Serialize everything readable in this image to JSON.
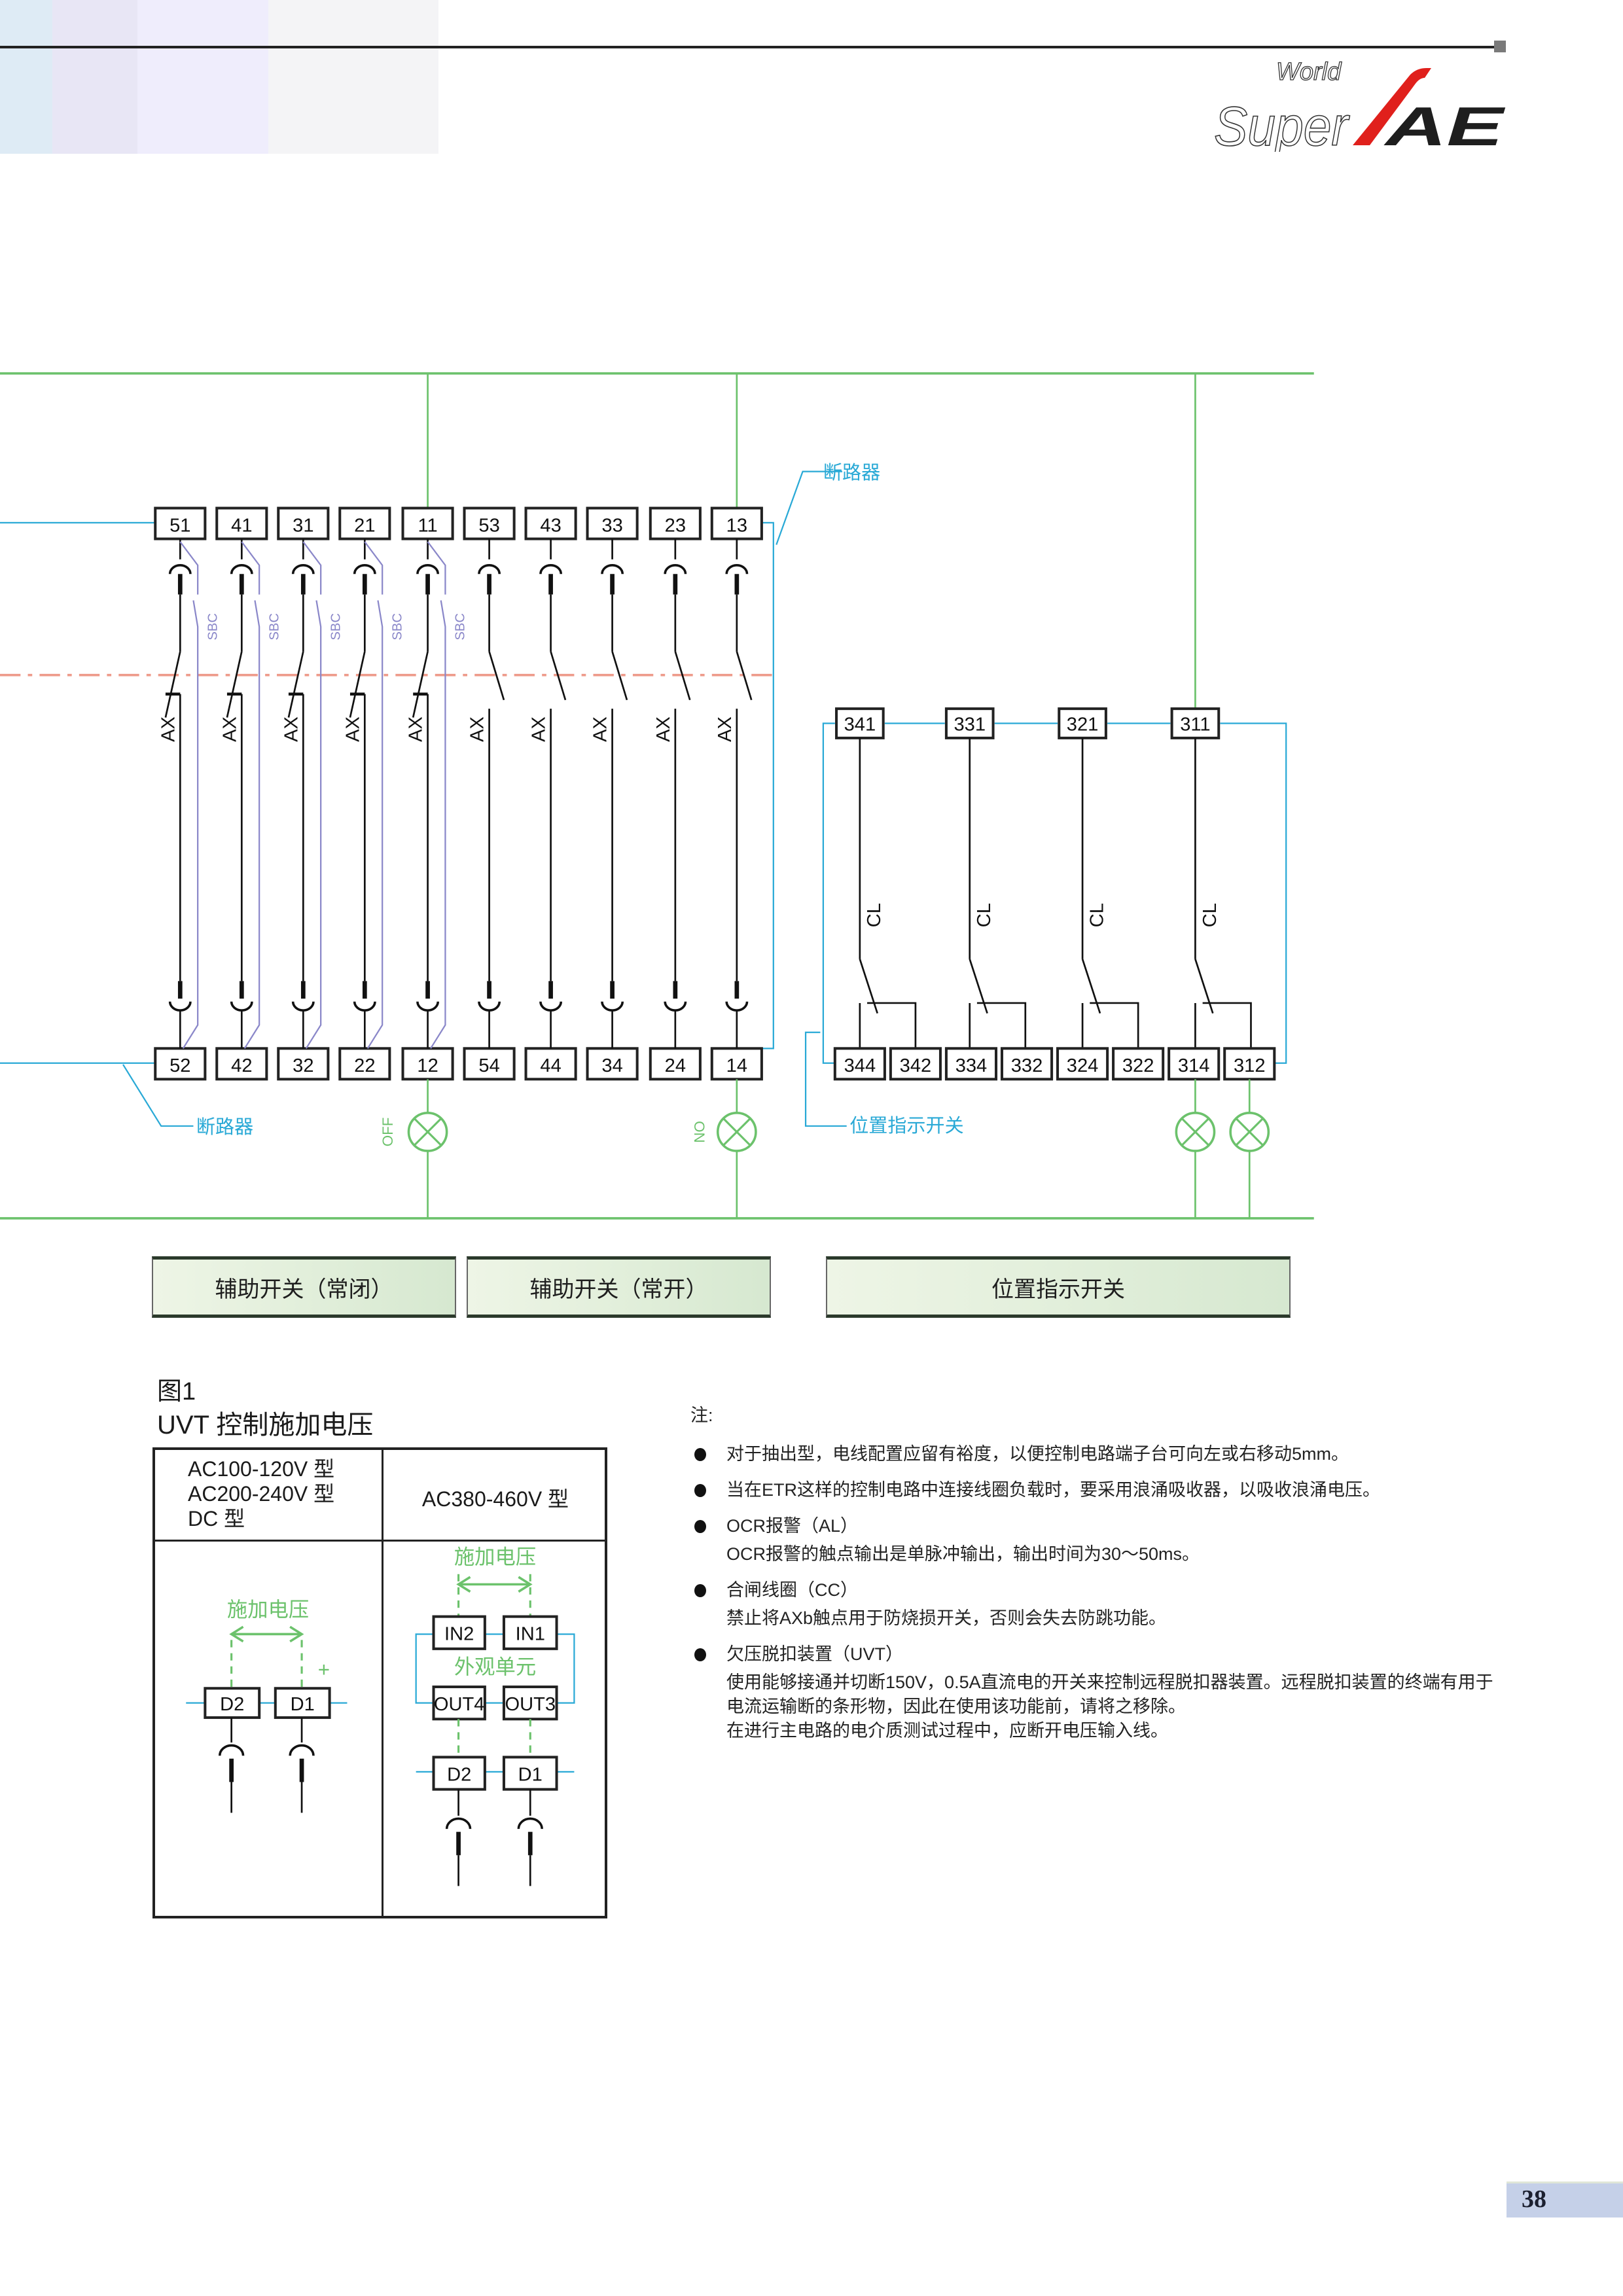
{
  "header": {
    "logo": {
      "text_world": "World",
      "text_super": "Super",
      "text_ae": "AE"
    },
    "accent_color": "#e0201c"
  },
  "diagram": {
    "breaker_label_top": "断路器",
    "breaker_label_bottom": "断路器",
    "position_switch_label": "位置指示开关",
    "aux_top_terminals": [
      "51",
      "41",
      "31",
      "21",
      "11",
      "53",
      "43",
      "33",
      "23",
      "13"
    ],
    "aux_bottom_terminals": [
      "52",
      "42",
      "32",
      "22",
      "12",
      "54",
      "44",
      "34",
      "24",
      "14"
    ],
    "aux_contact_labels": [
      "AX",
      "AX",
      "AX",
      "AX",
      "AX",
      "AX",
      "AX",
      "AX",
      "AX",
      "AX"
    ],
    "sbc_labels": [
      "SBC",
      "SBC",
      "SBC",
      "SBC",
      "SBC"
    ],
    "pos_top_terminals": [
      "341",
      "331",
      "321",
      "311"
    ],
    "pos_bottom_terminals": [
      "344",
      "342",
      "334",
      "332",
      "324",
      "322",
      "314",
      "312"
    ],
    "pos_contact_labels": [
      "CL",
      "CL",
      "CL",
      "CL"
    ],
    "lamp_off_label": "OFF",
    "lamp_on_label": "ON",
    "colors": {
      "green": "#6cc26c",
      "cyan": "#29a9d6",
      "sbc": "#8a87c9",
      "dash": "#ee9a8a"
    }
  },
  "switch_buttons": [
    {
      "label": "辅助开关（常闭）"
    },
    {
      "label": "辅助开关（常开）"
    },
    {
      "label": "位置指示开关"
    }
  ],
  "figure": {
    "label": "图1",
    "title": "UVT 控制施加电压",
    "col1_header": [
      "AC100-120V 型",
      "AC200-240V 型",
      "DC 型"
    ],
    "col2_header": "AC380-460V 型",
    "left": {
      "apply_voltage": "施加电压",
      "plus": "+",
      "terminals": [
        "D2",
        "D1"
      ]
    },
    "right": {
      "apply_voltage": "施加电压",
      "unit_label": "外观单元",
      "in_terminals": [
        "IN2",
        "IN1"
      ],
      "out_terminals": [
        "OUT4",
        "OUT3"
      ],
      "terminals": [
        "D2",
        "D1"
      ]
    }
  },
  "notes": {
    "title": "注:",
    "items": [
      {
        "heading": "对于抽出型，电线配置应留有裕度，以便控制电路端子台可向左或右移动5mm。",
        "body": ""
      },
      {
        "heading": "当在ETR这样的控制电路中连接线圈负载时，要采用浪涌吸收器，以吸收浪涌电压。",
        "body": ""
      },
      {
        "heading": "OCR报警（AL）",
        "body": "OCR报警的触点输出是单脉冲输出，输出时间为30～50ms。"
      },
      {
        "heading": "合闸线圈（CC）",
        "body": "禁止将AXb触点用于防烧损开关，否则会失去防跳功能。"
      },
      {
        "heading": "欠压脱扣装置（UVT）",
        "body": "使用能够接通并切断150V，0.5A直流电的开关来控制远程脱扣器装置。远程脱扣装置的终端有用于电流运输断的条形物，因此在使用该功能前，请将之移除。\n在进行主电路的电介质测试过程中，应断开电压输入线。"
      }
    ]
  },
  "page": {
    "number": "38"
  }
}
